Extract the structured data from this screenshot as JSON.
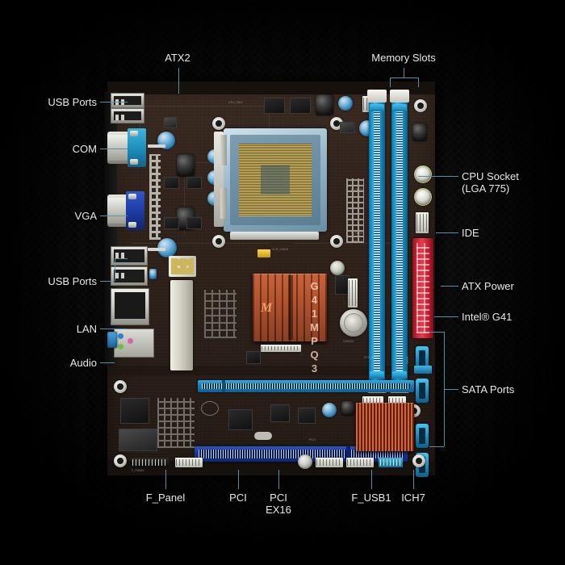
{
  "image": {
    "subject": "Intel G41 micro-ATX motherboard annotated component diagram",
    "background_color": "#050505",
    "board_color": "#32241c",
    "leader_line_color": "#5d8ea6",
    "label_color": "#e9e9e9"
  },
  "board": {
    "model_silkscreen": "G41MPQ3",
    "heatsink_logo_glyph": "M",
    "chipset": "Intel® G41",
    "southbridge": "ICH7",
    "socket": "LGA 775"
  },
  "annotations": {
    "left": [
      {
        "id": "usb-ports-top",
        "label": "USB Ports"
      },
      {
        "id": "com",
        "label": "COM"
      },
      {
        "id": "vga",
        "label": "VGA"
      },
      {
        "id": "usb-ports-bottom",
        "label": "USB Ports"
      },
      {
        "id": "lan",
        "label": "LAN"
      },
      {
        "id": "audio",
        "label": "Audio"
      }
    ],
    "top": [
      {
        "id": "atx2",
        "label": "ATX2"
      },
      {
        "id": "memory-slots",
        "label": "Memory Slots"
      }
    ],
    "right": [
      {
        "id": "cpu-socket",
        "label": "CPU Socket\n(LGA 775)"
      },
      {
        "id": "ide",
        "label": "IDE"
      },
      {
        "id": "atx-power",
        "label": "ATX Power"
      },
      {
        "id": "intel-g41",
        "label": "Intel® G41"
      },
      {
        "id": "sata-ports",
        "label": "SATA Ports"
      }
    ],
    "bottom": [
      {
        "id": "f-panel",
        "label": "F_Panel"
      },
      {
        "id": "pci",
        "label": "PCI"
      },
      {
        "id": "pci-ex16",
        "label": "PCI\nEX16"
      },
      {
        "id": "f-usb1",
        "label": "F_USB1"
      },
      {
        "id": "ich7",
        "label": "ICH7"
      }
    ]
  },
  "silkscreen": {
    "f_panel": "F_PANEL",
    "f_audio": "F_AUDIO",
    "usb20": "USB 2.0",
    "pci1": "PCI1",
    "sata": "SATA",
    "clr_cmos": "CLR_CMOS",
    "cpu_fan": "CPU_FAN",
    "sys_fan": "SYS_FAN",
    "battery": "CR2032"
  }
}
